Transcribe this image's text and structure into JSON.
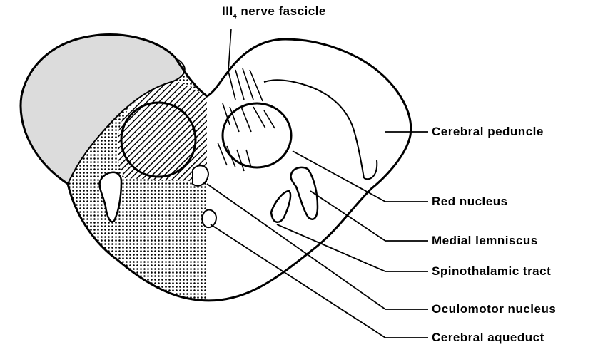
{
  "labels": {
    "fascicle_prefix": "III",
    "fascicle_subscript": "4",
    "fascicle_rest": "nerve fascicle",
    "cerebral_peduncle": "Cerebral peduncle",
    "red_nucleus": "Red nucleus",
    "medial_lemniscus": "Medial lemniscus",
    "spinothalamic_tract": "Spinothalamic tract",
    "oculomotor_nucleus": "Oculomotor nucleus",
    "cerebral_aqueduct": "Cerebral aqueduct"
  },
  "colors": {
    "ink": "#000000",
    "peduncle_fill": "#dcdcdc",
    "background": "#ffffff"
  }
}
